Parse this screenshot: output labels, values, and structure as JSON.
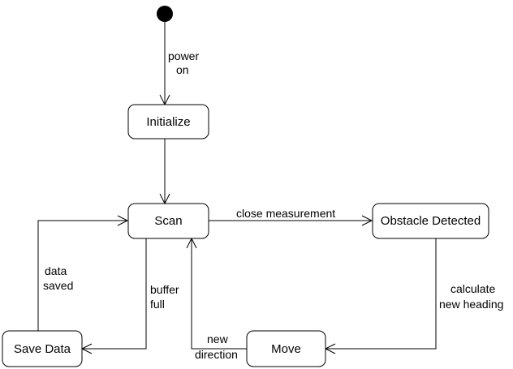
{
  "states": {
    "initialize": "Initialize",
    "scan": "Scan",
    "obstacle": "Obstacle Detected",
    "save_data": "Save Data",
    "move": "Move"
  },
  "transitions": {
    "power_on": [
      "power",
      "on"
    ],
    "close_measurement": "close measurement",
    "calculate_heading": [
      "calculate",
      "new heading"
    ],
    "new_direction": [
      "new",
      "direction"
    ],
    "buffer_full": [
      "buffer",
      "full"
    ],
    "data_saved": [
      "data",
      "saved"
    ]
  }
}
